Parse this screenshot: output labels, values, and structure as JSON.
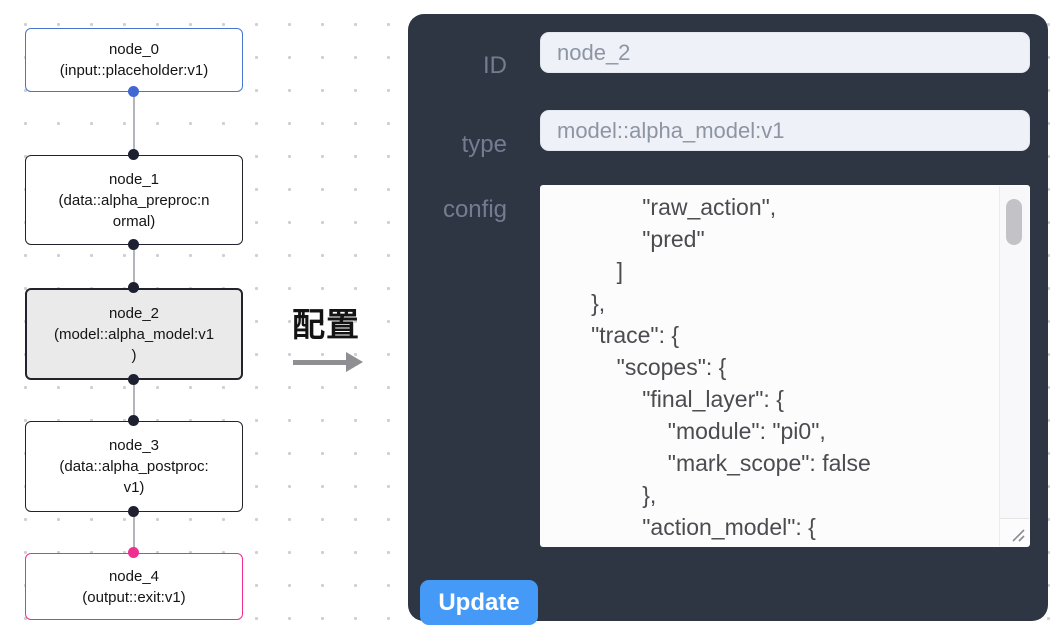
{
  "flow": {
    "nodes": [
      {
        "title": "node_0",
        "subtitle": "(input::placeholder:v1)"
      },
      {
        "title": "node_1",
        "subtitle": "(data::alpha_preproc:n\normal)"
      },
      {
        "title": "node_2",
        "subtitle": "(model::alpha_model:v1\n)"
      },
      {
        "title": "node_3",
        "subtitle": "(data::alpha_postproc:\nv1)"
      },
      {
        "title": "node_4",
        "subtitle": "(output::exit:v1)"
      }
    ],
    "colors": {
      "input_accent": "#4a74d2",
      "output_accent": "#ee2f90",
      "selected_bg": "#eaeaea",
      "edge": "#b4b4ba",
      "handle": "#1d2030"
    }
  },
  "annotation": {
    "label": "配置"
  },
  "panel": {
    "bg": "#2e3644",
    "accent": "#4599f7",
    "fields": [
      {
        "label": "ID",
        "value": "node_2"
      },
      {
        "label": "type",
        "value": "model::alpha_model:v1"
      }
    ],
    "config_label": "config",
    "config_text": "                \"raw_action\",\n                \"pred\"\n            ]\n        },\n        \"trace\": {\n            \"scopes\": {\n                \"final_layer\": {\n                    \"module\": \"pi0\",\n                    \"mark_scope\": false\n                },\n                \"action_model\": {",
    "update_label": "Update"
  }
}
